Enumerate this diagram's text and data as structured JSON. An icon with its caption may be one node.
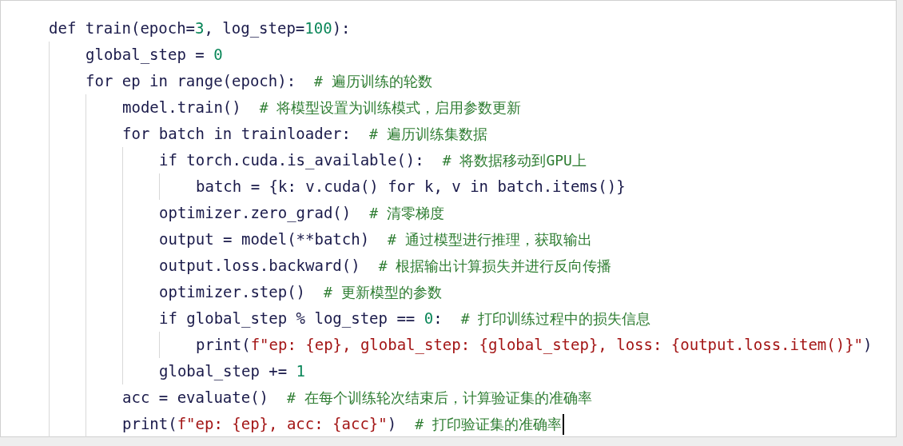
{
  "diagram": {
    "labels": [
      "def train(epoch=3, log_step=100):",
      "global_step = 0",
      "for ep in range(epoch):",
      "# 遍历训练的轮数",
      "model.train()",
      "# 将模型设置为训练模式，启用参数更新",
      "for batch in trainloader:",
      "# 遍历训练集数据",
      "if torch.cuda.is_available():",
      "# 将数据移动到GPU上",
      "batch = {k: v.cuda() for k, v in batch.items()}",
      "optimizer.zero_grad()",
      "# 清零梯度",
      "output = model(**batch)",
      "# 通过模型进行推理，获取输出",
      "output.loss.backward()",
      "# 根据输出计算损失并进行反向传播",
      "optimizer.step()",
      "# 更新模型的参数",
      "if global_step % log_step == 0:",
      "# 打印训练过程中的损失信息",
      "print(f\"ep: {ep}, global_step: {global_step}, loss: {output.loss.item()}\")",
      "global_step += 1",
      "acc = evaluate()",
      "# 在每个训练轮次结束后，计算验证集的准确率",
      "print(f\"ep: {ep}, acc: {acc}\")",
      "# 打印验证集的准确率"
    ]
  }
}
